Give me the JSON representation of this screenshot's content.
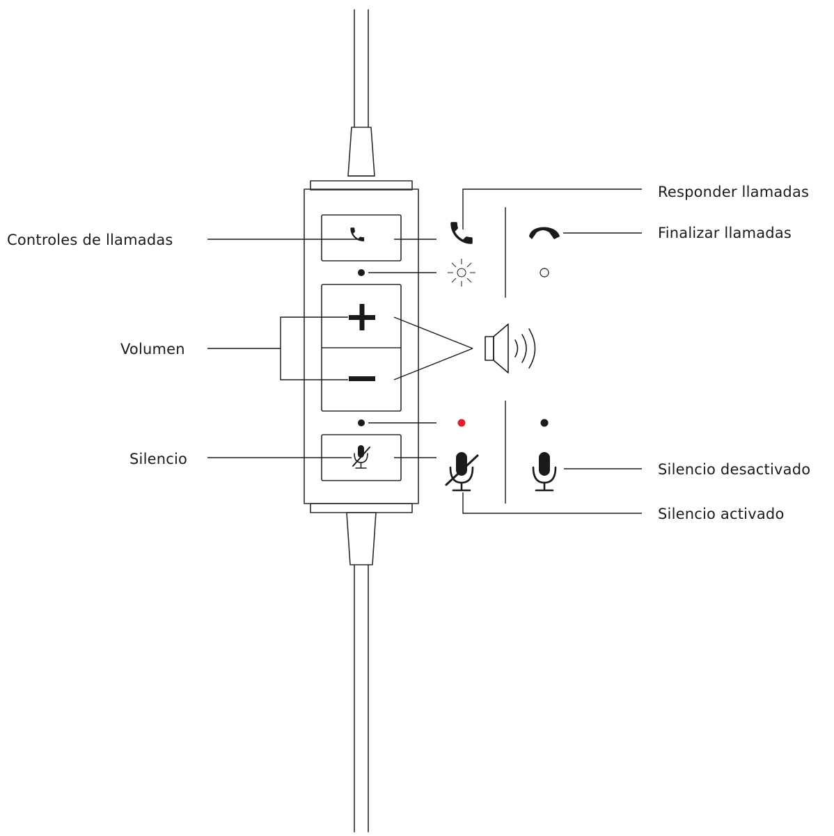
{
  "labels": {
    "call_controls": "Controles de llamadas",
    "volume": "Volumen",
    "mute": "Silencio",
    "answer_calls": "Responder llamadas",
    "end_calls": "Finalizar llamadas",
    "mute_off": "Silencio desactivado",
    "mute_on": "Silencio activado"
  },
  "colors": {
    "line": "#1a1a1a",
    "outline": "#2a2a2a",
    "led_red": "#e0202a"
  },
  "icons": [
    "phone-icon",
    "plus-icon",
    "minus-icon",
    "mic-muted-icon",
    "speaker-icon",
    "hang-up-icon",
    "led-blink-icon",
    "mic-icon"
  ]
}
